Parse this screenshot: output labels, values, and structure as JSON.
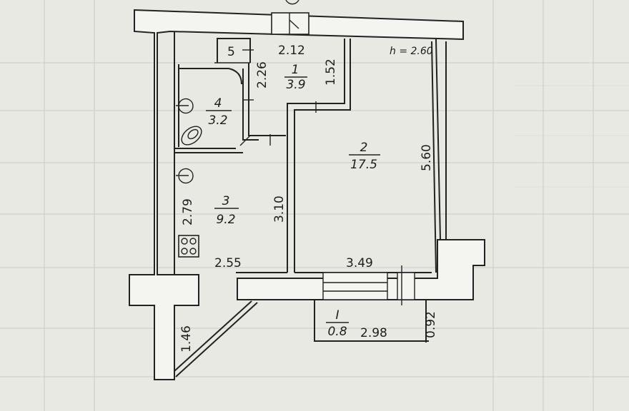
{
  "plan": {
    "ceiling_height": "h = 2.60",
    "rooms": [
      {
        "num": "1",
        "area": "3.9"
      },
      {
        "num": "2",
        "area": "17.5"
      },
      {
        "num": "3",
        "area": "9.2"
      },
      {
        "num": "4",
        "area": "3.2"
      },
      {
        "num": "5"
      },
      {
        "num": "I",
        "area": "0.8"
      }
    ],
    "dimensions": {
      "hall_width": "2.12",
      "bath_height": "2.26",
      "hall_height": "1.52",
      "living_height": "5.60",
      "kitchen_height": "3.10",
      "kitchen_wall": "2.79",
      "kitchen_width": "2.55",
      "living_width": "3.49",
      "loggia_width": "2.98",
      "loggia_depth": "0.92",
      "corner_length": "1.46"
    }
  }
}
